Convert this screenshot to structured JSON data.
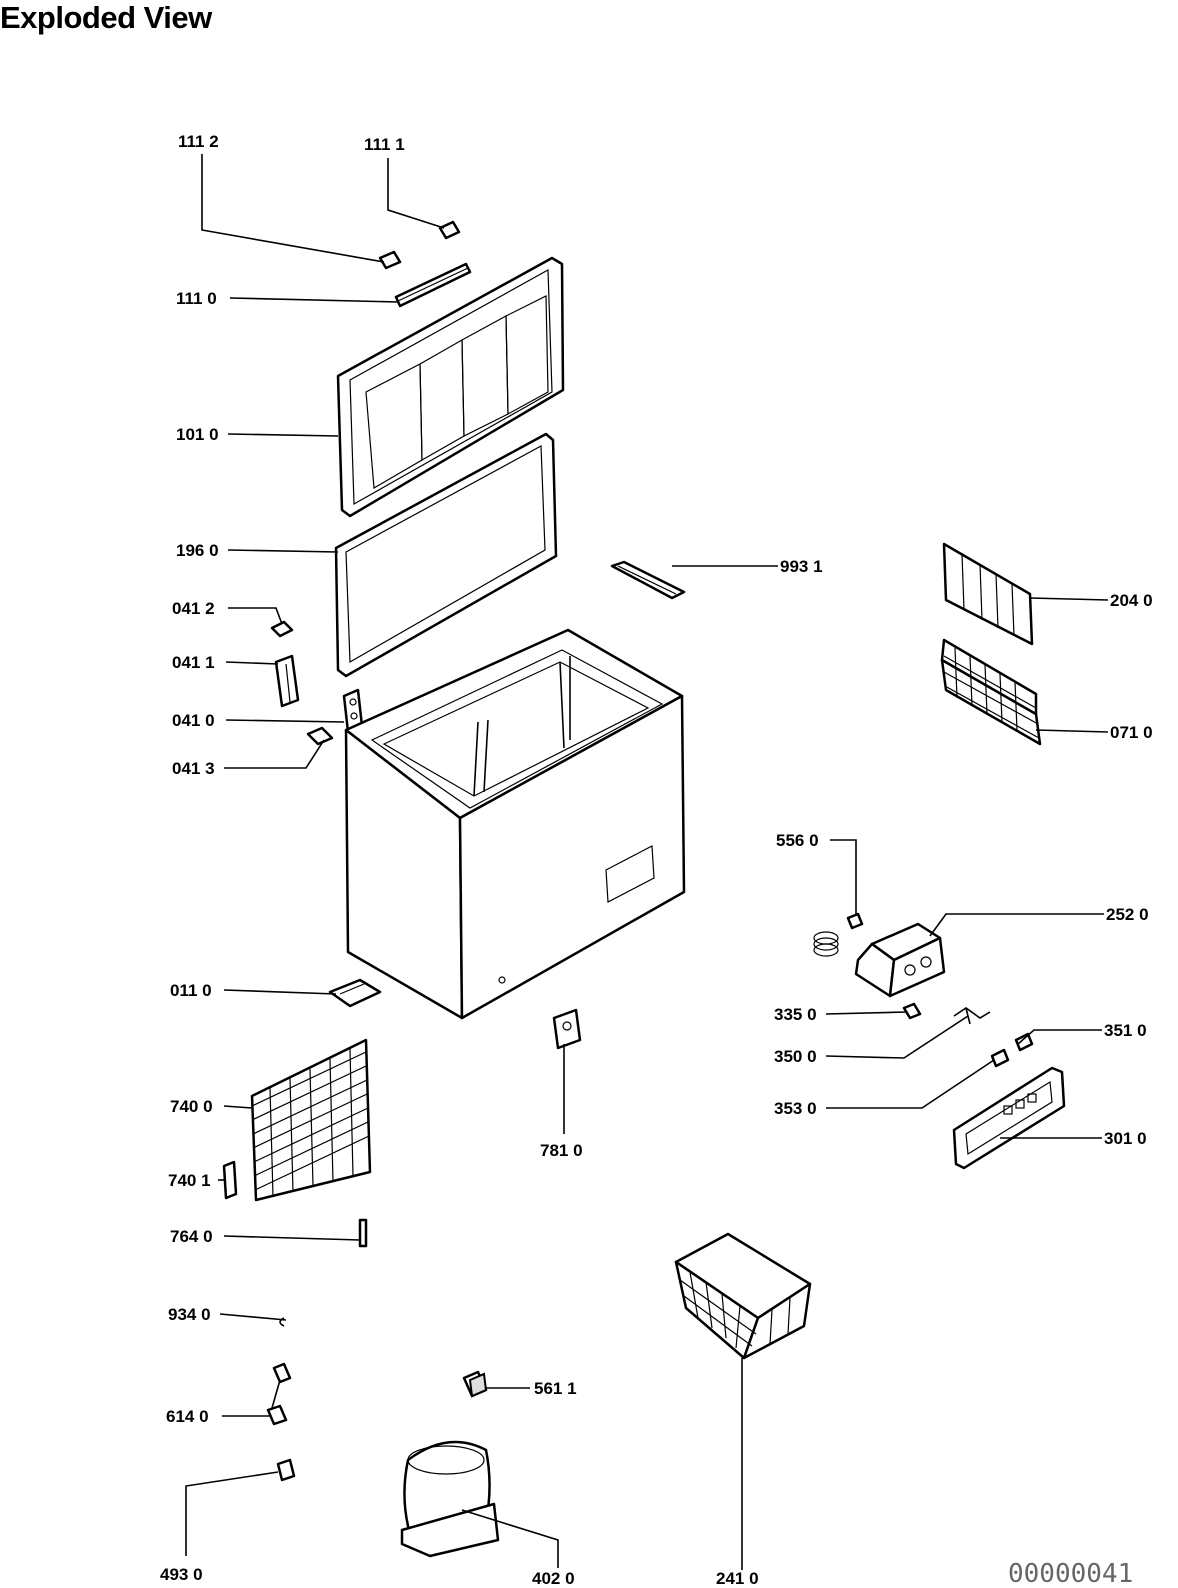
{
  "title": "Exploded View",
  "doc_number": "00000041",
  "callouts": [
    {
      "id": "1112",
      "label": "111 2"
    },
    {
      "id": "1111",
      "label": "111  1"
    },
    {
      "id": "1110",
      "label": "111 0"
    },
    {
      "id": "1010",
      "label": "101 0"
    },
    {
      "id": "1960",
      "label": "196 0"
    },
    {
      "id": "9931",
      "label": "993 1"
    },
    {
      "id": "2040",
      "label": "204 0"
    },
    {
      "id": "0412",
      "label": "041 2"
    },
    {
      "id": "0411",
      "label": "041 1"
    },
    {
      "id": "0410",
      "label": "041 0"
    },
    {
      "id": "0710",
      "label": "071 0"
    },
    {
      "id": "0413",
      "label": "041 3"
    },
    {
      "id": "5560",
      "label": "556 0"
    },
    {
      "id": "2520",
      "label": "252 0"
    },
    {
      "id": "0110",
      "label": "011 0"
    },
    {
      "id": "3350",
      "label": "335 0"
    },
    {
      "id": "3510",
      "label": "351 0"
    },
    {
      "id": "3500",
      "label": "350 0"
    },
    {
      "id": "7400",
      "label": "740 0"
    },
    {
      "id": "3530",
      "label": "353 0"
    },
    {
      "id": "3010",
      "label": "301 0"
    },
    {
      "id": "7810",
      "label": "781 0"
    },
    {
      "id": "7401",
      "label": "740 1"
    },
    {
      "id": "7640",
      "label": "764 0"
    },
    {
      "id": "9340",
      "label": "934 0"
    },
    {
      "id": "5611",
      "label": "561 1"
    },
    {
      "id": "6140",
      "label": "614 0"
    },
    {
      "id": "4930",
      "label": "493 0"
    },
    {
      "id": "4020",
      "label": "402  0"
    },
    {
      "id": "2410",
      "label": "241  0"
    }
  ]
}
